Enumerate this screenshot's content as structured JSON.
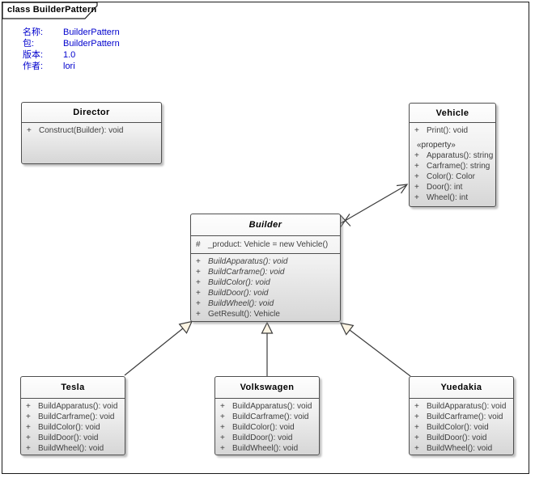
{
  "frame": {
    "tab_label": "class BuilderPattern"
  },
  "metadata": {
    "rows": [
      {
        "label": "名称:",
        "value": "BuilderPattern"
      },
      {
        "label": "包:",
        "value": "BuilderPattern"
      },
      {
        "label": "版本:",
        "value": "1.0"
      },
      {
        "label": "作者:",
        "value": "lori"
      }
    ]
  },
  "classes": {
    "director": {
      "name": "Director",
      "operations": [
        {
          "vis": "+",
          "sig": "Construct(Builder): void"
        }
      ]
    },
    "vehicle": {
      "name": "Vehicle",
      "operations": [
        {
          "vis": "+",
          "sig": "Print(): void"
        }
      ],
      "stereotype": "«property»",
      "properties": [
        {
          "vis": "+",
          "sig": "Apparatus(): string"
        },
        {
          "vis": "+",
          "sig": "Carframe(): string"
        },
        {
          "vis": "+",
          "sig": "Color(): Color"
        },
        {
          "vis": "+",
          "sig": "Door(): int"
        },
        {
          "vis": "+",
          "sig": "Wheel(): int"
        }
      ]
    },
    "builder": {
      "name": "Builder",
      "abstract": true,
      "attributes": [
        {
          "vis": "#",
          "sig": "_product: Vehicle = new Vehicle()"
        }
      ],
      "operations": [
        {
          "vis": "+",
          "sig": "BuildApparatus(): void",
          "abstract": true
        },
        {
          "vis": "+",
          "sig": "BuildCarframe(): void",
          "abstract": true
        },
        {
          "vis": "+",
          "sig": "BuildColor(): void",
          "abstract": true
        },
        {
          "vis": "+",
          "sig": "BuildDoor(): void",
          "abstract": true
        },
        {
          "vis": "+",
          "sig": "BuildWheel(): void",
          "abstract": true
        },
        {
          "vis": "+",
          "sig": "GetResult(): Vehicle",
          "abstract": false
        }
      ]
    },
    "tesla": {
      "name": "Tesla",
      "operations": [
        {
          "vis": "+",
          "sig": "BuildApparatus(): void"
        },
        {
          "vis": "+",
          "sig": "BuildCarframe(): void"
        },
        {
          "vis": "+",
          "sig": "BuildColor(): void"
        },
        {
          "vis": "+",
          "sig": "BuildDoor(): void"
        },
        {
          "vis": "+",
          "sig": "BuildWheel(): void"
        }
      ]
    },
    "volkswagen": {
      "name": "Volkswagen",
      "operations": [
        {
          "vis": "+",
          "sig": "BuildApparatus(): void"
        },
        {
          "vis": "+",
          "sig": "BuildCarframe(): void"
        },
        {
          "vis": "+",
          "sig": "BuildColor(): void"
        },
        {
          "vis": "+",
          "sig": "BuildDoor(): void"
        },
        {
          "vis": "+",
          "sig": "BuildWheel(): void"
        }
      ]
    },
    "yuedakia": {
      "name": "Yuedakia",
      "operations": [
        {
          "vis": "+",
          "sig": "BuildApparatus(): void"
        },
        {
          "vis": "+",
          "sig": "BuildCarframe(): void"
        },
        {
          "vis": "+",
          "sig": "BuildColor(): void"
        },
        {
          "vis": "+",
          "sig": "BuildDoor(): void"
        },
        {
          "vis": "+",
          "sig": "BuildWheel(): void"
        }
      ]
    }
  },
  "relations": [
    {
      "type": "association",
      "from": "Builder",
      "to": "Vehicle",
      "target_end": "open-arrow",
      "source_end": "non-navigable-cross"
    },
    {
      "type": "generalization",
      "from": "Tesla",
      "to": "Builder"
    },
    {
      "type": "generalization",
      "from": "Volkswagen",
      "to": "Builder"
    },
    {
      "type": "generalization",
      "from": "Yuedakia",
      "to": "Builder"
    }
  ],
  "colors": {
    "metadata_text": "#0000cd",
    "box_border": "#4f4f4f",
    "connector_line": "#3c3c3c",
    "triangle_fill": "#fdf5e4",
    "box_gradient_top": "#fefefe",
    "box_gradient_bottom": "#d6d6d6"
  }
}
